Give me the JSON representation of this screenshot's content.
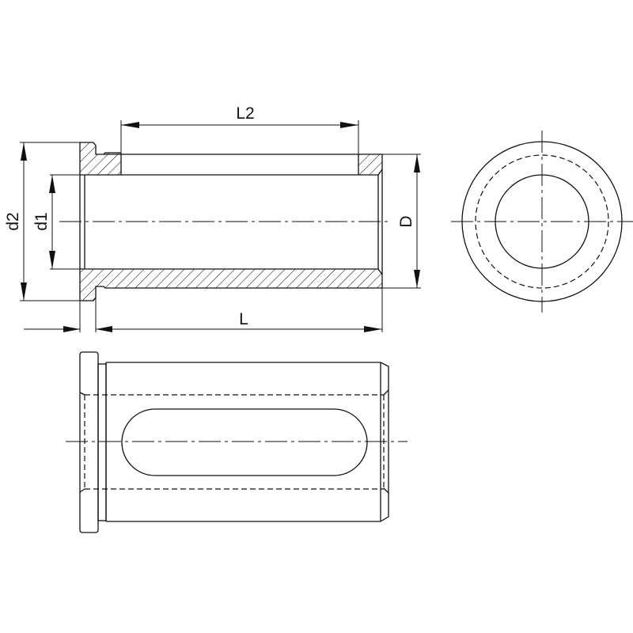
{
  "drawing": {
    "title": "Reducing sleeve / drill bushing technical drawing",
    "line_color": "#111111",
    "background": "#ffffff",
    "views": [
      "section-view",
      "end-view",
      "side-view"
    ]
  },
  "dimensions": {
    "L2": "L2",
    "L": "L",
    "D": "D",
    "d1": "d1",
    "d2": "d2"
  }
}
